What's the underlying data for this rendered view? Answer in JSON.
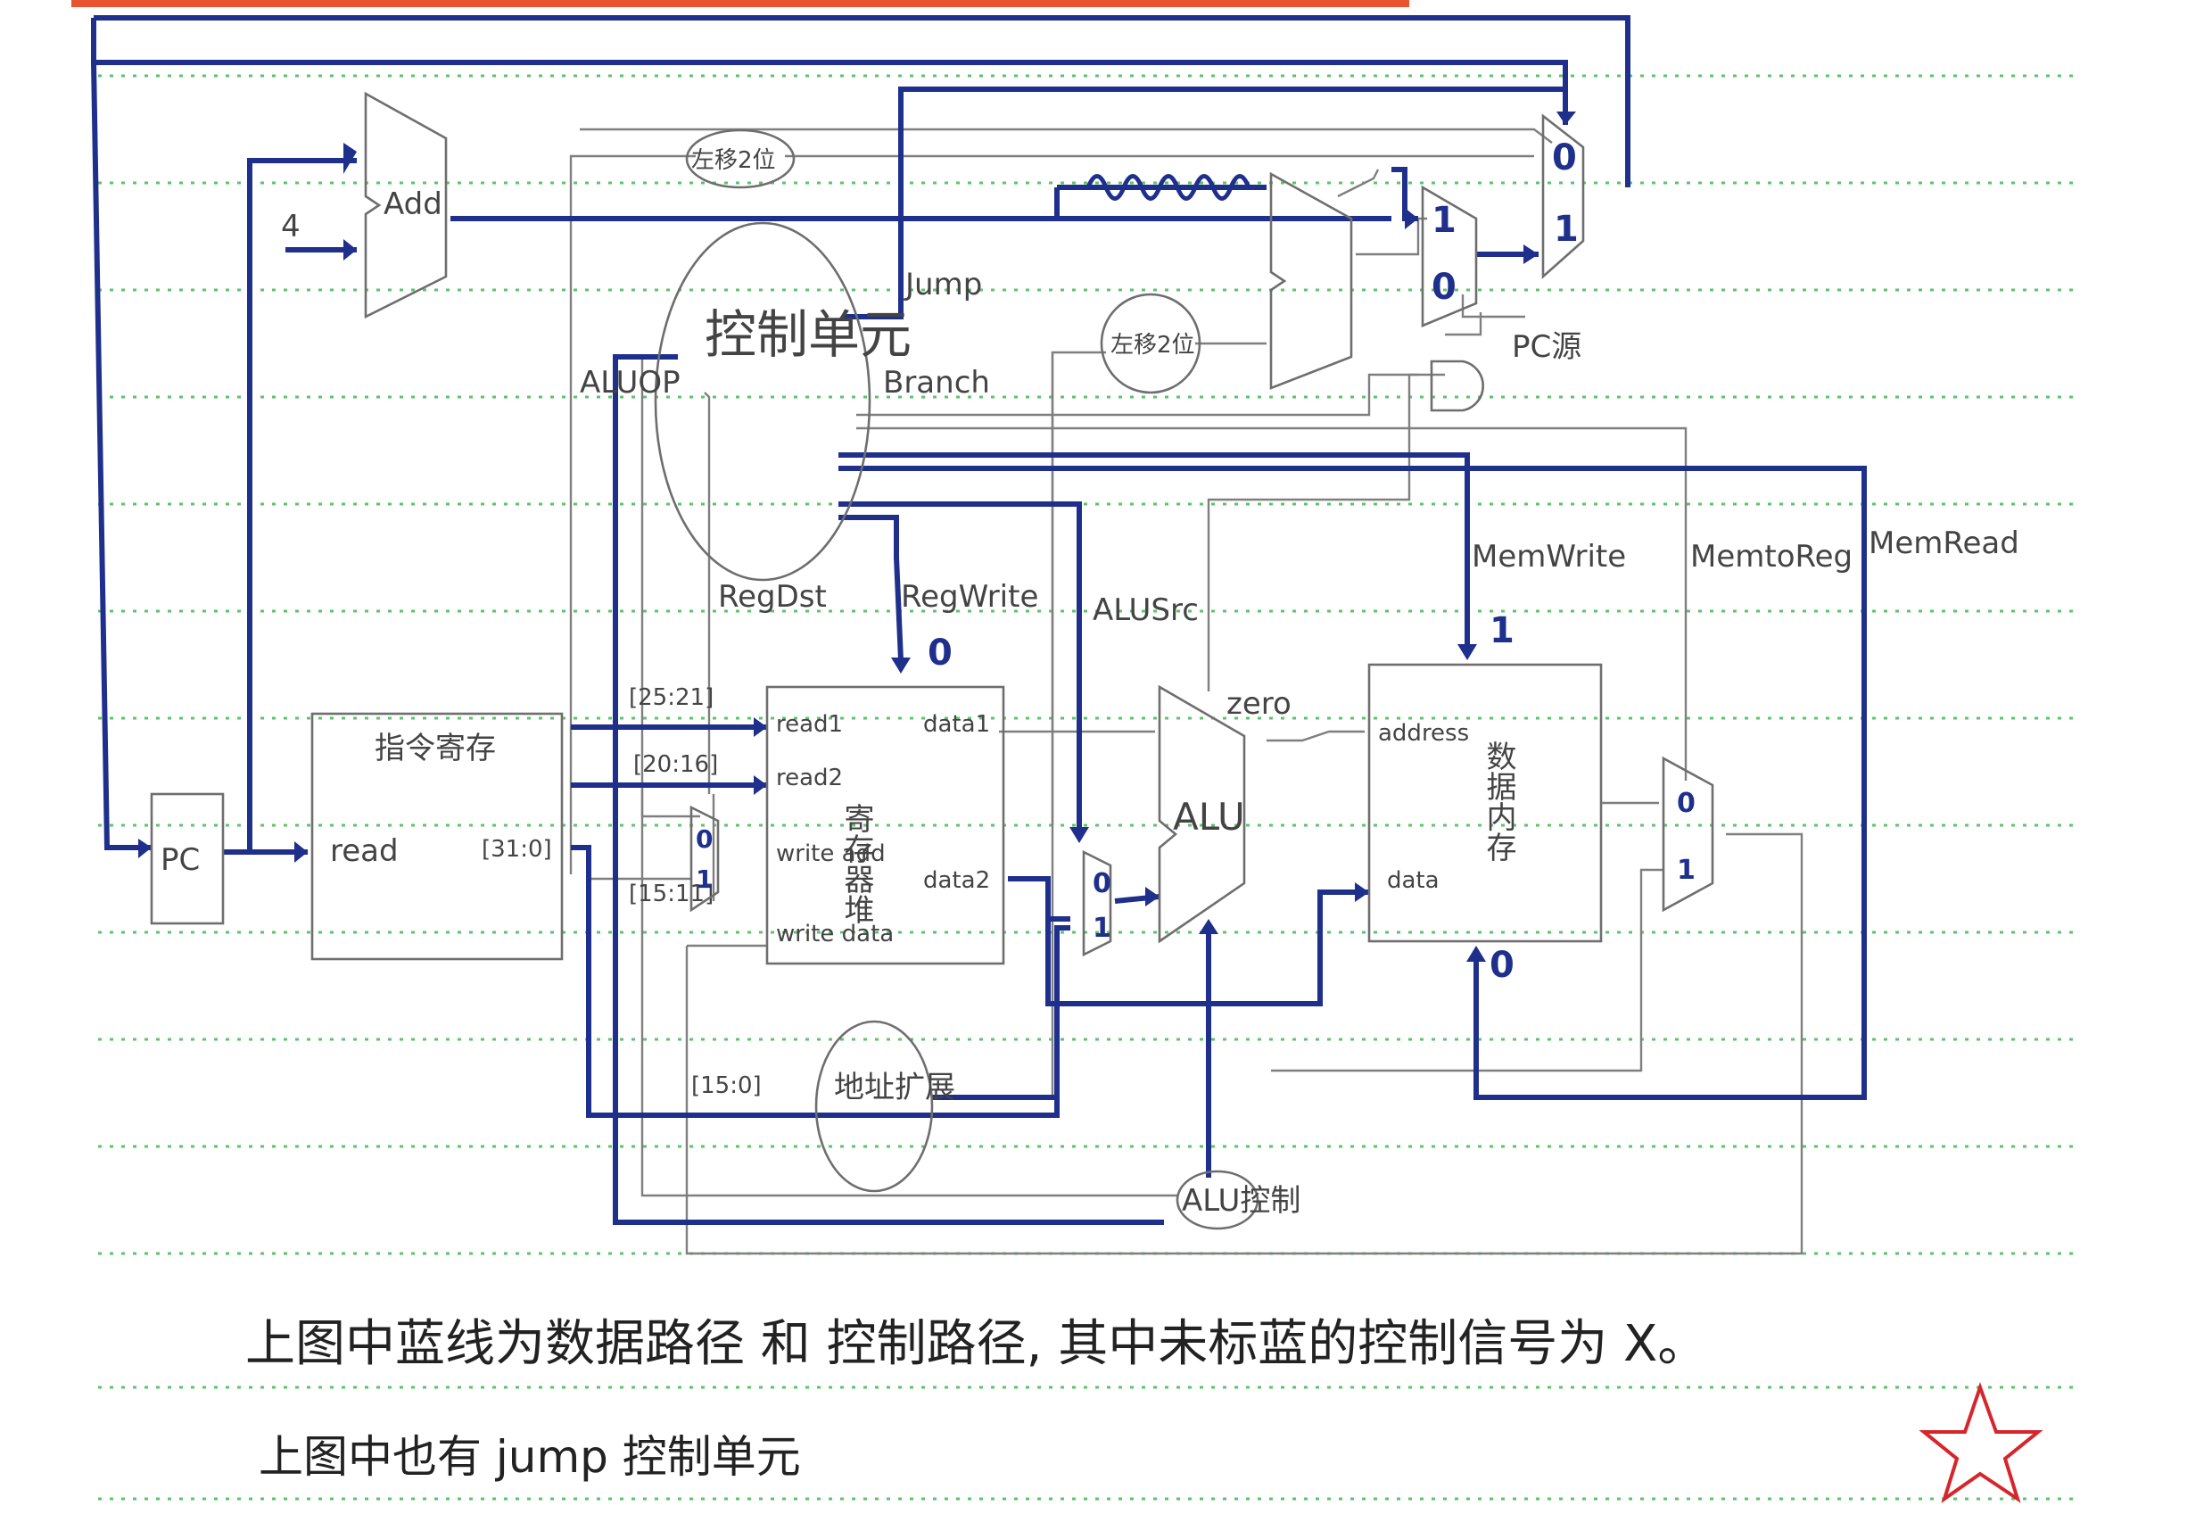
{
  "diagram": {
    "components": {
      "pc": "PC",
      "instr_mem": "指令寄存",
      "instr_mem_read": "read",
      "instr_mem_bits": "[31:0]",
      "adder": "Add",
      "adder_four": "4",
      "shift_top": "左移2位",
      "shift_mid": "左移2位",
      "control_unit": "控制单元",
      "regfile": "寄存器堆",
      "regfile_read1": "read1",
      "regfile_read2": "read2",
      "regfile_write_addr": "write add",
      "regfile_write_data": "write data",
      "regfile_data1": "data1",
      "regfile_data2": "data2",
      "alu": "ALU",
      "alu_zero": "zero",
      "data_mem": "数据内存",
      "data_mem_address": "address",
      "data_mem_data": "data",
      "sign_ext": "地址扩展",
      "alu_control": "ALU控制",
      "pc_source": "PC源"
    },
    "field_labels": {
      "f25_21": "[25:21]",
      "f20_16": "[20:16]",
      "f15_11": "[15:11]",
      "f15_0": "[15:0]"
    },
    "signals": {
      "jump": "Jump",
      "branch": "Branch",
      "aluop": "ALUOP",
      "regdst": "RegDst",
      "regwrite": "RegWrite",
      "alusrc": "ALUSrc",
      "memwrite": "MemWrite",
      "memtoreg": "MemtoReg",
      "memread": "MemRead"
    },
    "signal_values": {
      "regwrite": "0",
      "memwrite": "1",
      "memread_mem": "0",
      "regdst_mux_0": "0",
      "regdst_mux_1": "1",
      "alusrc_mux_0": "0",
      "alusrc_mux_1": "1",
      "branch_mux_1": "1",
      "branch_mux_0": "0",
      "jump_mux_0": "0",
      "jump_mux_1": "1",
      "memtoreg_mux_0": "0",
      "memtoreg_mux_1": "1"
    }
  },
  "notes": {
    "line1": "上图中蓝线为数据路径 和 控制路径, 其中未标蓝的控制信号为 X。",
    "line2": "上图中也有 jump 控制单元"
  },
  "colors": {
    "data_path": "#1f2f8c",
    "other_wires": "#7f7f7f",
    "ruled_lines": "#5cc46a",
    "top_margin_bar": "#e8542d",
    "star": "#d6262b"
  }
}
